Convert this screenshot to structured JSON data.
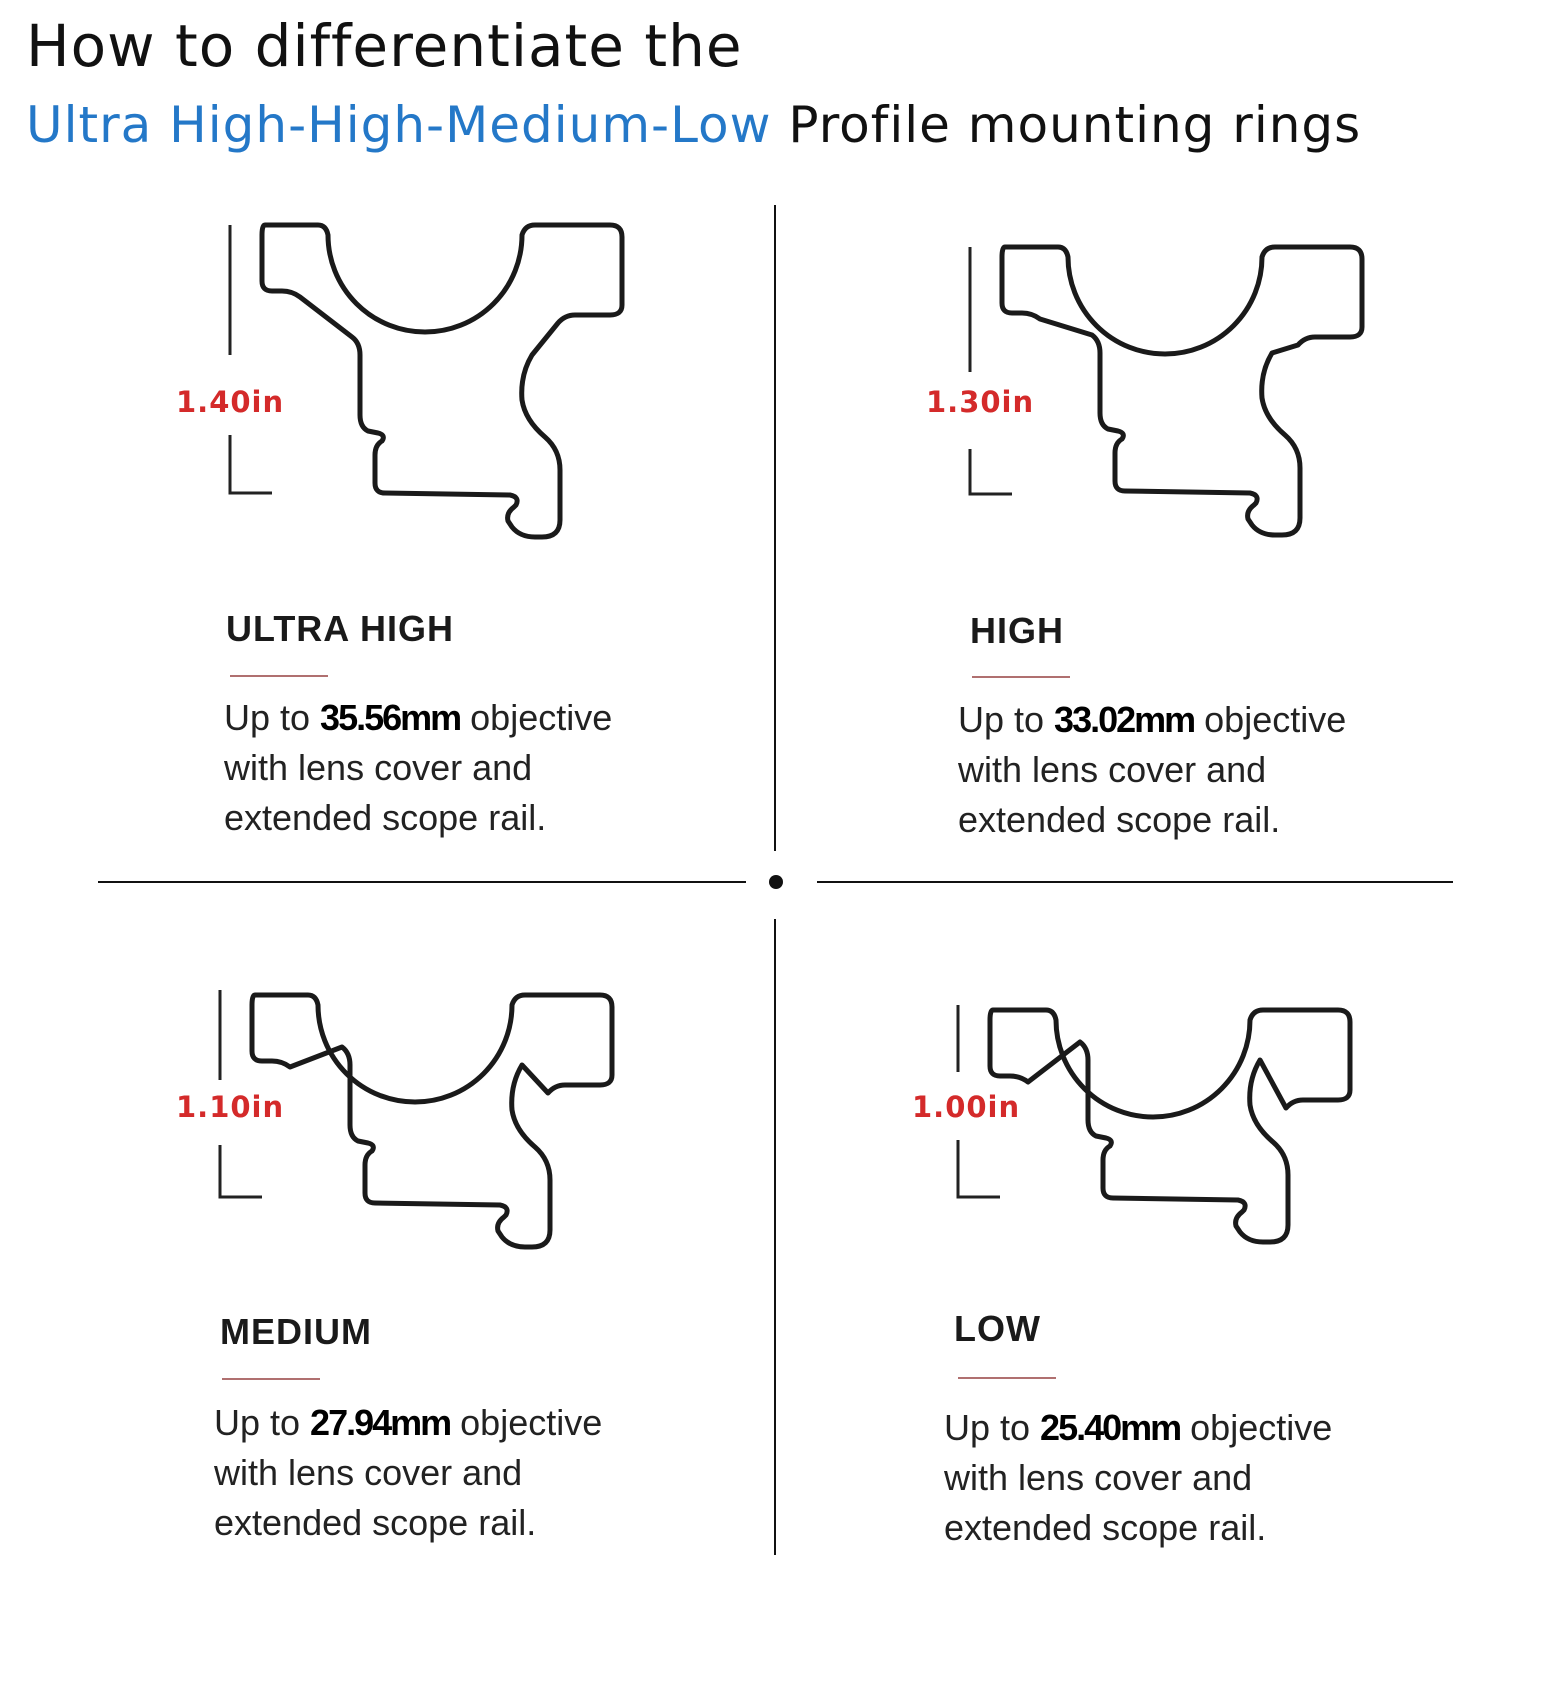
{
  "header": {
    "line1": "How to differentiate the",
    "highlight": "Ultra High-High-Medium-Low",
    "line2_rest": " Profile mounting rings",
    "highlight_color": "#2478c8"
  },
  "colors": {
    "measurement": "#d42a2a",
    "rule": "#b07070"
  },
  "profiles": [
    {
      "height": "1.40in",
      "name": "ULTRA HIGH",
      "desc_prefix": "Up to ",
      "size": "35.56mm",
      "desc_suffix": " objective",
      "line2": "with lens cover and",
      "line3": "extended scope rail."
    },
    {
      "height": "1.30in",
      "name": "HIGH",
      "desc_prefix": "Up to ",
      "size": "33.02mm",
      "desc_suffix": " objective",
      "line2": "with lens cover and",
      "line3": "extended scope rail."
    },
    {
      "height": "1.10in",
      "name": "MEDIUM",
      "desc_prefix": "Up to ",
      "size": "27.94mm",
      "desc_suffix": " objective",
      "line2": "with lens cover and",
      "line3": "extended scope rail."
    },
    {
      "height": "1.00in",
      "name": "LOW",
      "desc_prefix": "Up to ",
      "size": "25.40mm",
      "desc_suffix": " objective",
      "line2": "with lens cover and",
      "line3": "extended scope rail."
    }
  ]
}
